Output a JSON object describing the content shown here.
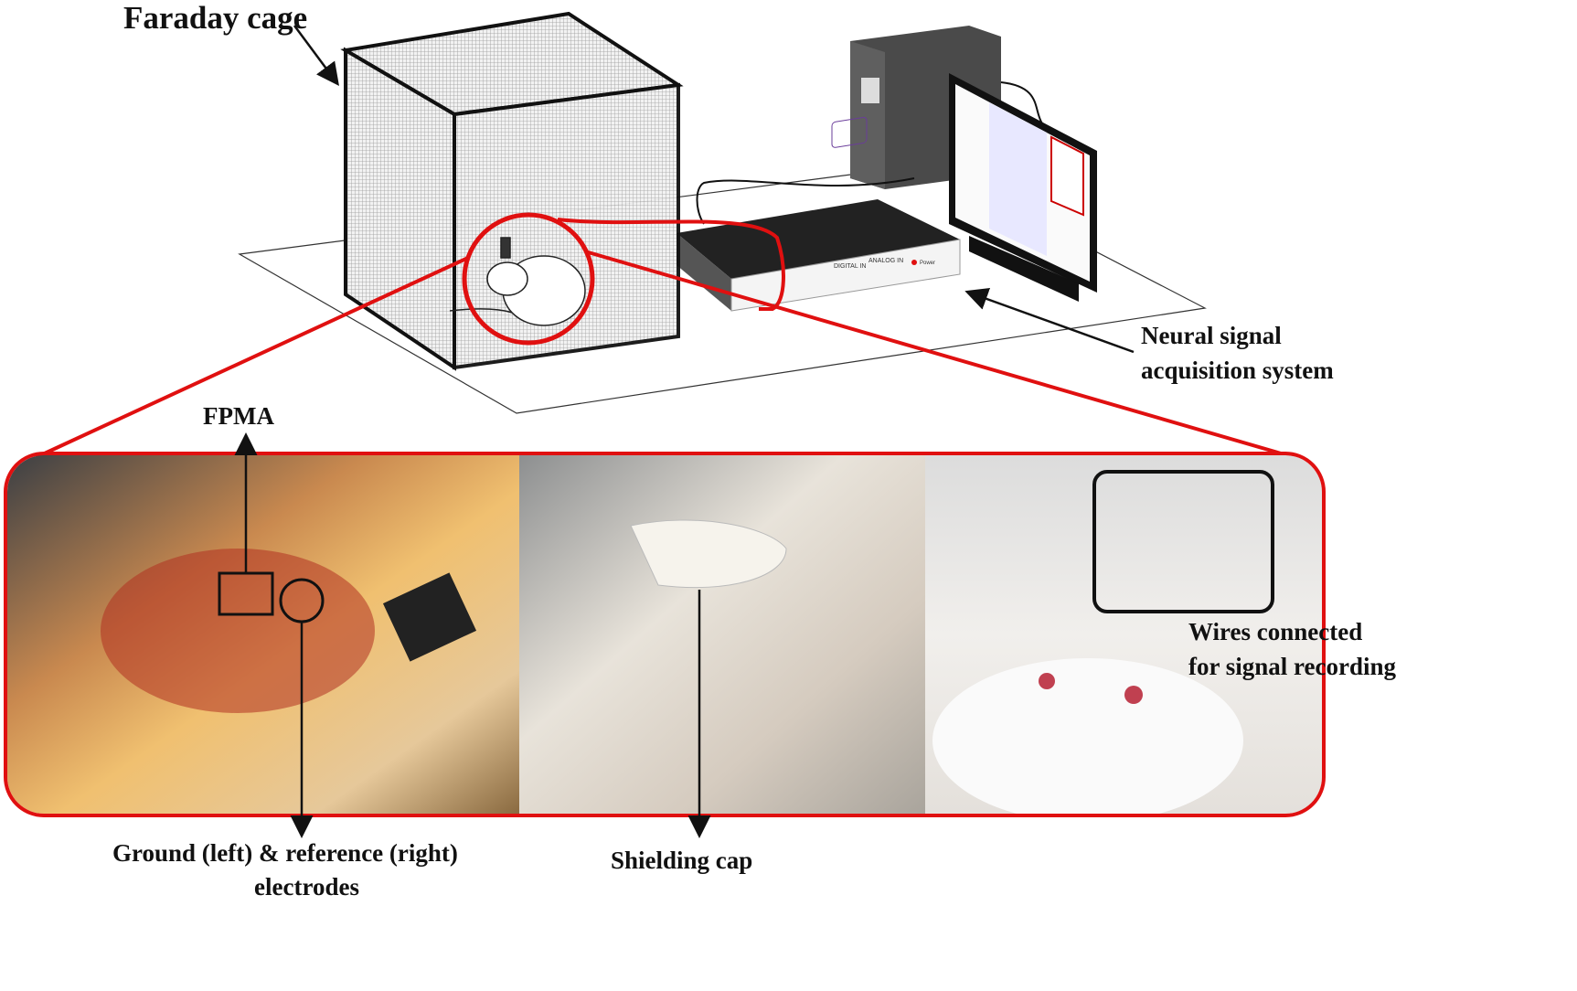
{
  "title_label": "Faraday cage",
  "acquisition_label": {
    "line1": "Neural signal",
    "line2": "acquisition system"
  },
  "device_panel": {
    "digital_in": "DIGITAL IN",
    "analog_in": "ANALOG IN",
    "power": "Power"
  },
  "photo_labels": {
    "fpma": "FPMA",
    "ground_reference": {
      "line1": "Ground (left) & reference (right)",
      "line2": "electrodes"
    },
    "shielding_cap": "Shielding cap",
    "wires": {
      "line1": "Wires connected",
      "line2": "for signal recording"
    }
  },
  "colors": {
    "highlight": "#e01010",
    "device": "#2a2a2a",
    "text": "#111111"
  }
}
